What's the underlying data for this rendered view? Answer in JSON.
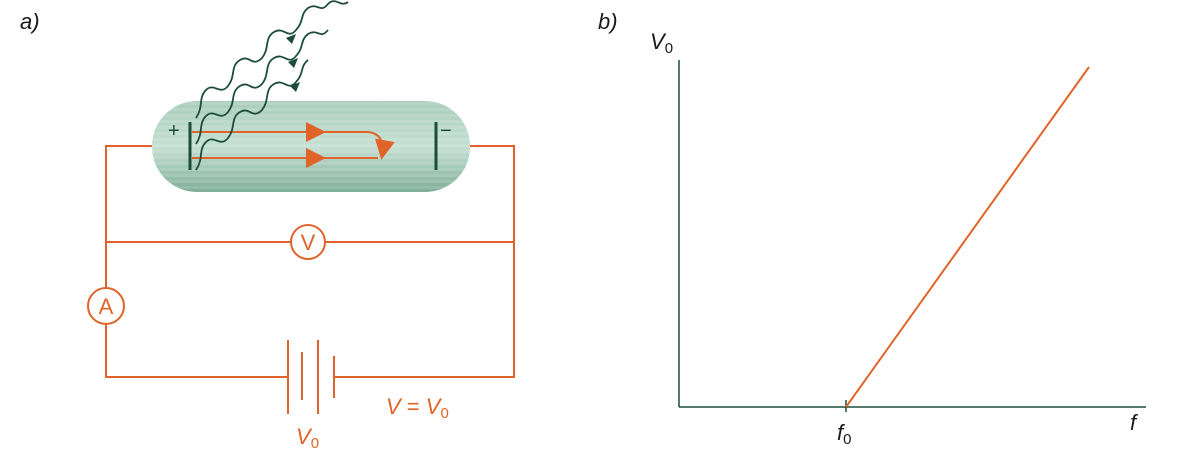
{
  "panel_a": {
    "label": "a)",
    "tube": {
      "anode_sign": "+",
      "cathode_sign": "−"
    },
    "voltmeter_label": "V",
    "ammeter_label": "A",
    "battery_label": {
      "main": "V",
      "sub": "0"
    },
    "equation": {
      "lhs": "V",
      "eq": " = ",
      "rhs": "V",
      "sub": "0"
    }
  },
  "panel_b": {
    "label": "b)",
    "chart_data": {
      "type": "line",
      "ylabel_main": "V",
      "ylabel_sub": "0",
      "xlabel": "f",
      "xtick_main": "f",
      "xtick_sub": "0"
    }
  },
  "colors": {
    "circuit": "#e0642a",
    "wave": "#1d4d3a",
    "tube_light": "#b9d8c9",
    "tube_dark": "#7fae98",
    "axis": "#1d4d3a",
    "text": "#1a1a1a"
  }
}
